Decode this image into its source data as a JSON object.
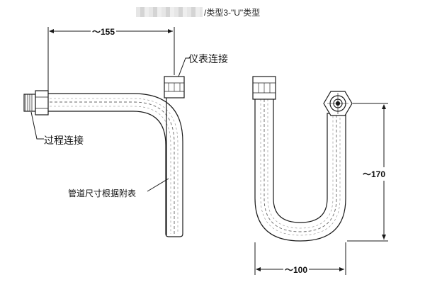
{
  "title": "/类型3-\"U\"类型",
  "labels": {
    "instrument_connection": "仪表连接",
    "process_connection": "过程连接",
    "pipe_size_note": "管道尺寸根据附表"
  },
  "dimensions": {
    "length_155": "～155",
    "height_170": "～170",
    "width_100": "～100"
  },
  "colors": {
    "line": "#1a1a1a",
    "dashed": "#555555",
    "fill": "#ffffff"
  }
}
